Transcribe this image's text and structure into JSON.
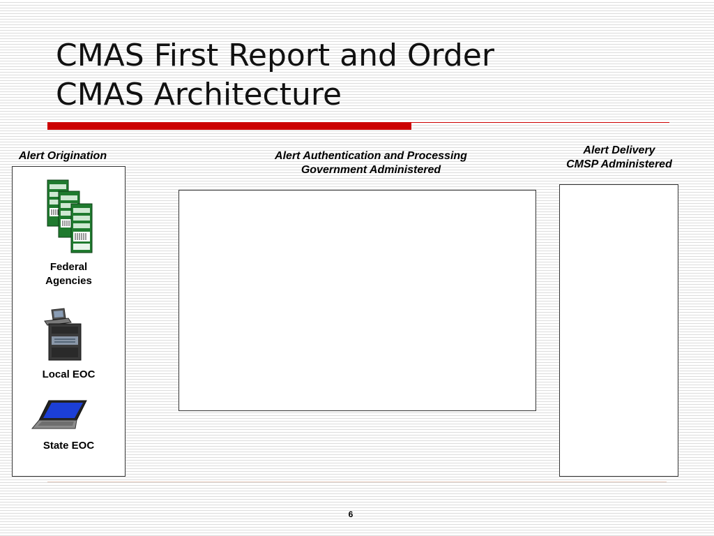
{
  "slide": {
    "title_line1": "CMAS First Report and Order",
    "title_line2": "CMAS Architecture",
    "page_number": "6"
  },
  "colors": {
    "accent_red": "#cc0000",
    "server_green": "#1f7a2e",
    "laptop_screen_blue": "#1c3fd6"
  },
  "sections": {
    "origination": {
      "heading": "Alert Origination",
      "nodes": [
        {
          "label_lines": [
            "Federal",
            "Agencies"
          ],
          "icon": "server-rack-icon"
        },
        {
          "label_lines": [
            "Local EOC"
          ],
          "icon": "workstation-icon"
        },
        {
          "label_lines": [
            "State EOC"
          ],
          "icon": "laptop-icon"
        }
      ]
    },
    "authentication": {
      "heading_lines": [
        "Alert Authentication and Processing",
        "Government Administered"
      ]
    },
    "delivery": {
      "heading_lines": [
        "Alert Delivery",
        "CMSP Administered"
      ]
    }
  }
}
